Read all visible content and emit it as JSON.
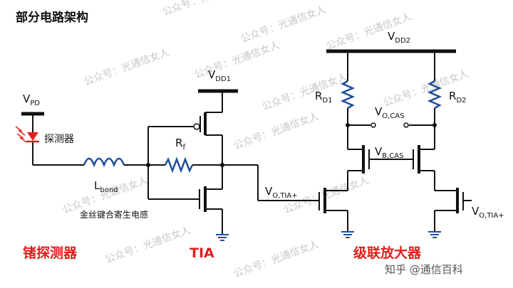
{
  "title": "部分电路架构",
  "labels": {
    "vpd": {
      "main": "V",
      "sub": "PD"
    },
    "detector": "探测器",
    "lbond": {
      "main": "L",
      "sub": "bond"
    },
    "wire_bond_note": "金丝键合寄生电感",
    "vdd1": {
      "main": "V",
      "sub": "DD1"
    },
    "rf": {
      "main": "R",
      "sub": "f"
    },
    "vo_tia": {
      "main": "V",
      "sub": "O,TIA+"
    },
    "vdd2": {
      "main": "V",
      "sub": "DD2"
    },
    "rd1": {
      "main": "R",
      "sub": "D1"
    },
    "rd2": {
      "main": "R",
      "sub": "D2"
    },
    "vo_cas": {
      "main": "V",
      "sub": "O,CAS"
    },
    "vb_cas": {
      "main": "V",
      "sub": "B,CAS"
    },
    "vo_out": {
      "main": "V",
      "sub": "O,TIA+"
    }
  },
  "sections": {
    "ge_detector": "锗探测器",
    "tia": "TIA",
    "cascode_amp": "级联放大器"
  },
  "watermark": "公众号：光通信女人",
  "brand": {
    "icon": "zhihu-logo",
    "text": "知乎 @通信百科"
  },
  "colors": {
    "section_label": "#e0201c",
    "resistor_body": "#1f4e9c",
    "inductor": "#1f4e9c",
    "led": "#e0201c",
    "ground": "#1f4e9c"
  }
}
